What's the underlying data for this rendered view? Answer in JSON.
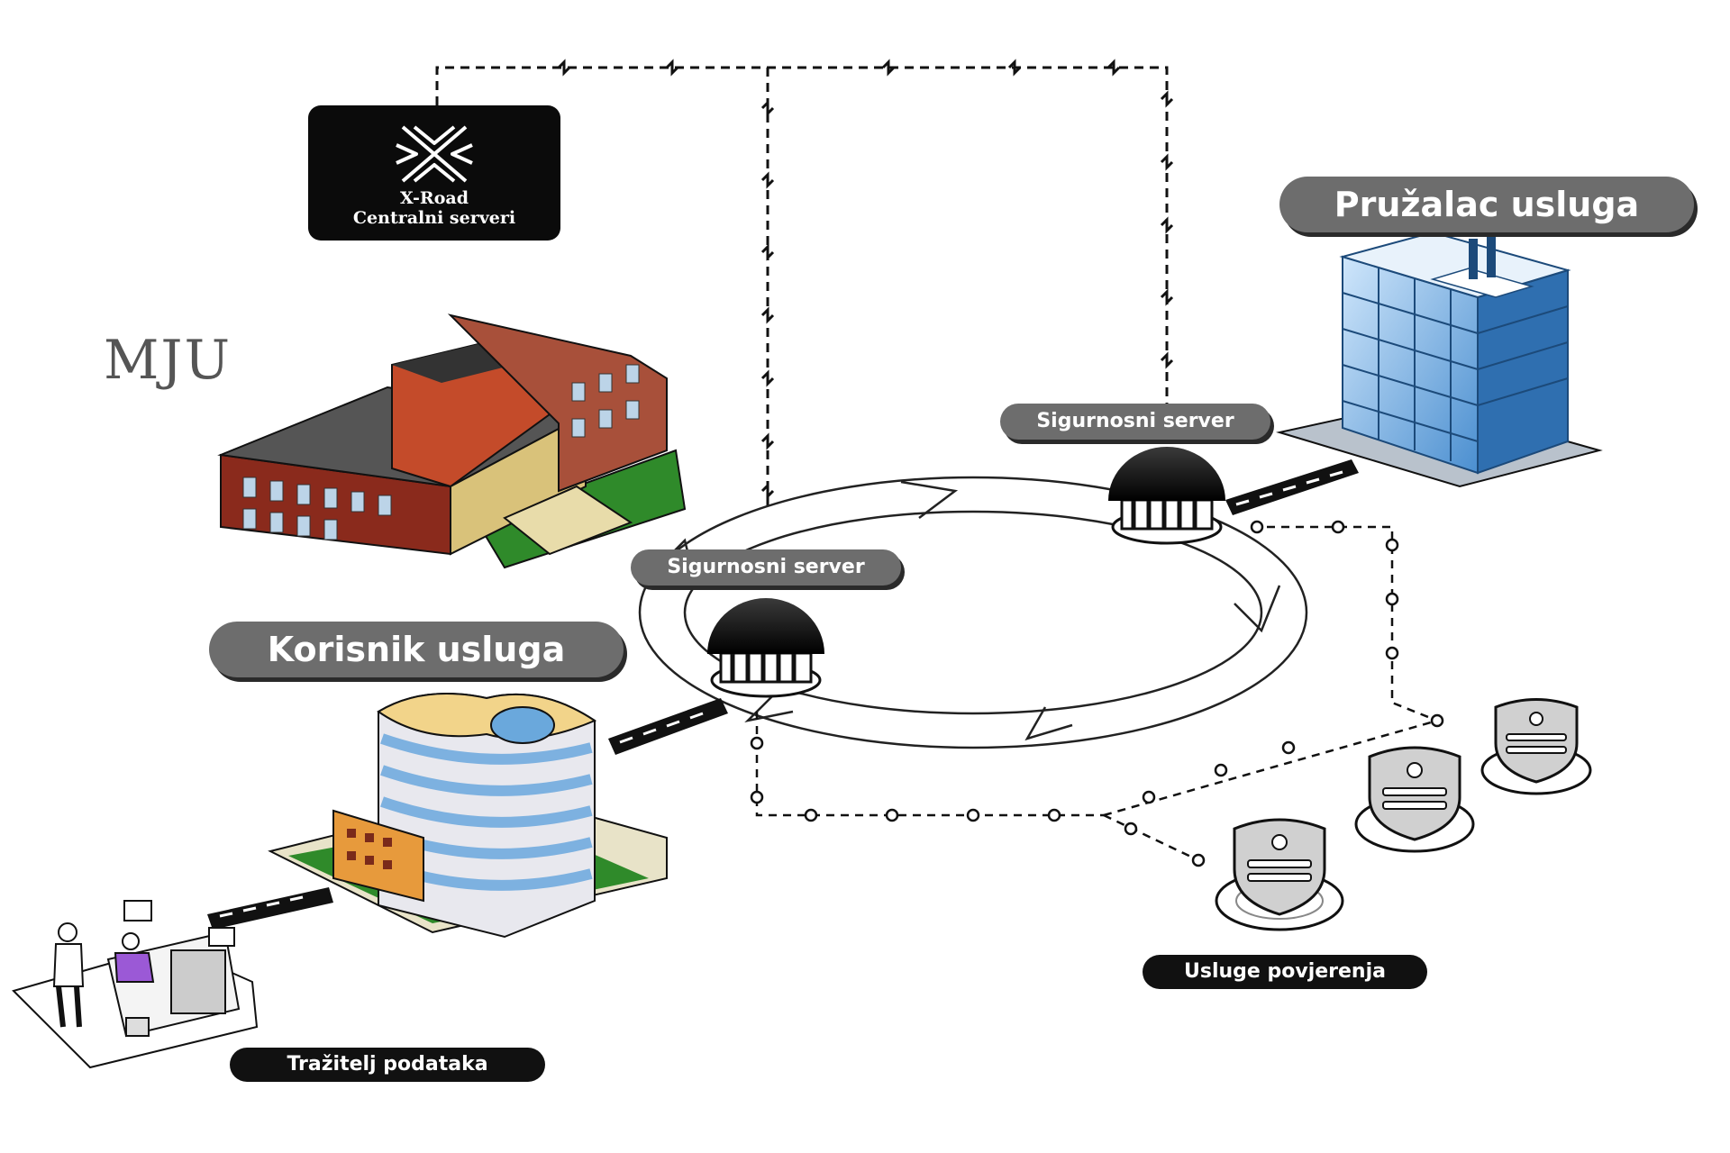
{
  "xroad": {
    "line1": "X-Road",
    "line2": "Centralni serveri",
    "icon": "x-road-logo-icon"
  },
  "labels": {
    "mju": "MJU",
    "provider": "Pružalac usluga",
    "consumer": "Korisnik usluga",
    "security_server_consumer": "Sigurnosni server",
    "security_server_provider": "Sigurnosni server",
    "trust_services": "Usluge povjerenja",
    "data_requester": "Tražitelj podataka"
  },
  "colors": {
    "label_pill": "#6d6d6d",
    "label_black": "#111111",
    "provider_glass": "#6aa8dc",
    "mju_brick": "#8a2a1c",
    "mju_roof": "#555555",
    "consumer_stripe": "#9cc6e8",
    "grass": "#2f8a2a",
    "requester_shirt": "#9b59d6"
  }
}
